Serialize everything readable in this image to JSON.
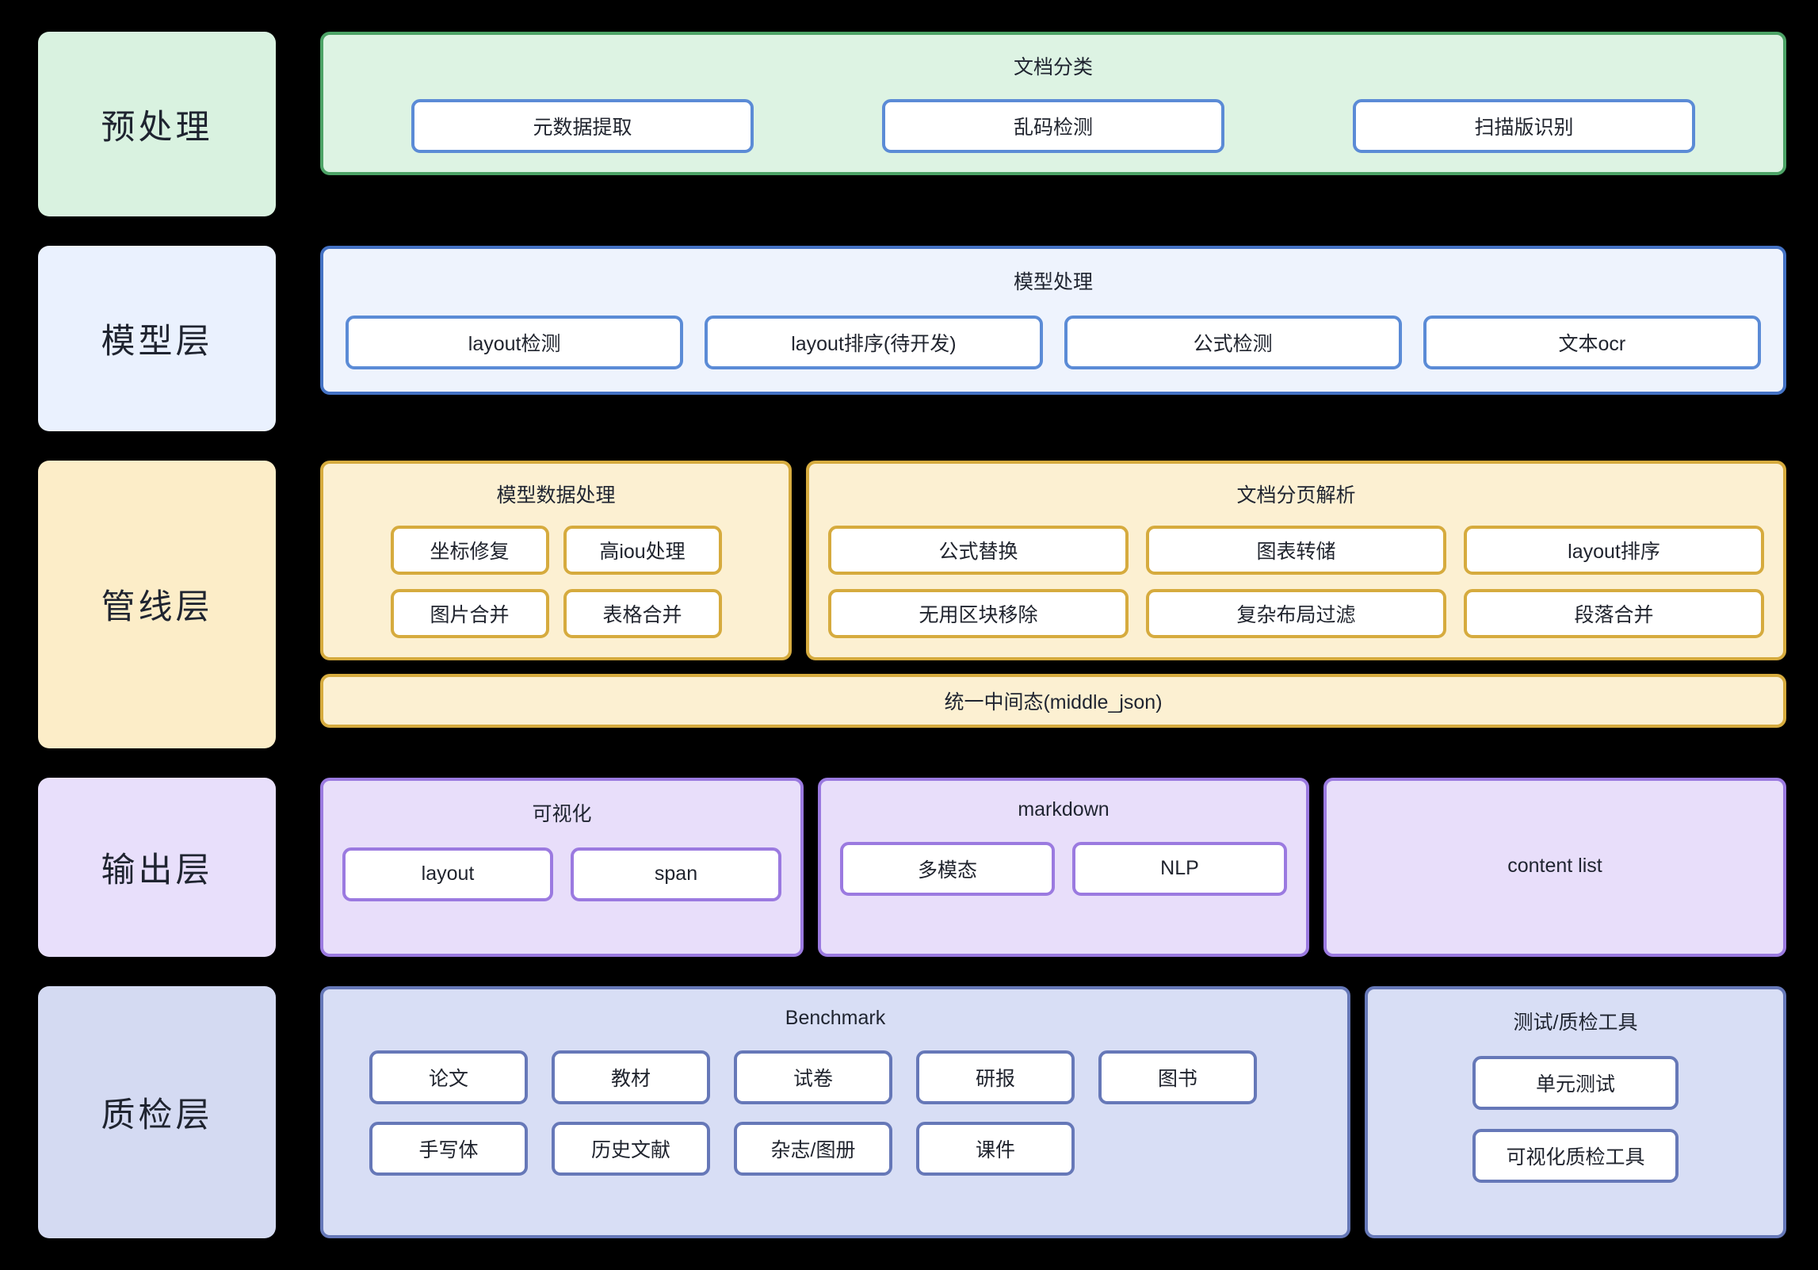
{
  "colors": {
    "background": "#000000",
    "preprocess_fill": "#ddf3e3",
    "preprocess_border": "#4ca366",
    "model_fill": "#eef3fd",
    "model_border": "#4472c4",
    "pipeline_fill": "#fcf0d2",
    "pipeline_border": "#d6ab3e",
    "output_fill": "#e8defa",
    "output_border": "#9b7ae0",
    "qc_fill": "#d8def5",
    "qc_border": "#6678b8",
    "chip_fill": "#ffffff",
    "chip_border_blue": "#5b8bd6",
    "text": "#1f2430"
  },
  "layers": {
    "preprocess": {
      "label": "预处理",
      "panel": {
        "title": "文档分类",
        "items": [
          {
            "label": "元数据提取"
          },
          {
            "label": "乱码检测"
          },
          {
            "label": "扫描版识别"
          }
        ]
      }
    },
    "model": {
      "label": "模型层",
      "panel": {
        "title": "模型处理",
        "items": [
          {
            "label": "layout检测"
          },
          {
            "label": "layout排序(待开发)"
          },
          {
            "label": "公式检测"
          },
          {
            "label": "文本ocr"
          }
        ]
      }
    },
    "pipeline": {
      "label": "管线层",
      "panel_left": {
        "title": "模型数据处理",
        "items": [
          {
            "label": "坐标修复"
          },
          {
            "label": "高iou处理"
          },
          {
            "label": "图片合并"
          },
          {
            "label": "表格合并"
          }
        ]
      },
      "panel_right": {
        "title": "文档分页解析",
        "items": [
          {
            "label": "公式替换"
          },
          {
            "label": "图表转储"
          },
          {
            "label": "layout排序"
          },
          {
            "label": "无用区块移除"
          },
          {
            "label": "复杂布局过滤"
          },
          {
            "label": "段落合并"
          }
        ]
      },
      "middle_state": "统一中间态(middle_json)"
    },
    "output": {
      "label": "输出层",
      "panel_visualization": {
        "title": "可视化",
        "items": [
          {
            "label": "layout"
          },
          {
            "label": "span"
          }
        ]
      },
      "panel_markdown": {
        "title": "markdown",
        "items": [
          {
            "label": "多模态"
          },
          {
            "label": "NLP"
          }
        ]
      },
      "panel_content_list": {
        "title": "content list",
        "items": []
      }
    },
    "quality": {
      "label": "质检层",
      "panel_benchmark": {
        "title": "Benchmark",
        "items": [
          {
            "label": "论文"
          },
          {
            "label": "教材"
          },
          {
            "label": "试卷"
          },
          {
            "label": "研报"
          },
          {
            "label": "图书"
          },
          {
            "label": "手写体"
          },
          {
            "label": "历史文献"
          },
          {
            "label": "杂志/图册"
          },
          {
            "label": "课件"
          }
        ]
      },
      "panel_tools": {
        "title": "测试/质检工具",
        "items": [
          {
            "label": "单元测试"
          },
          {
            "label": "可视化质检工具"
          }
        ]
      }
    }
  }
}
